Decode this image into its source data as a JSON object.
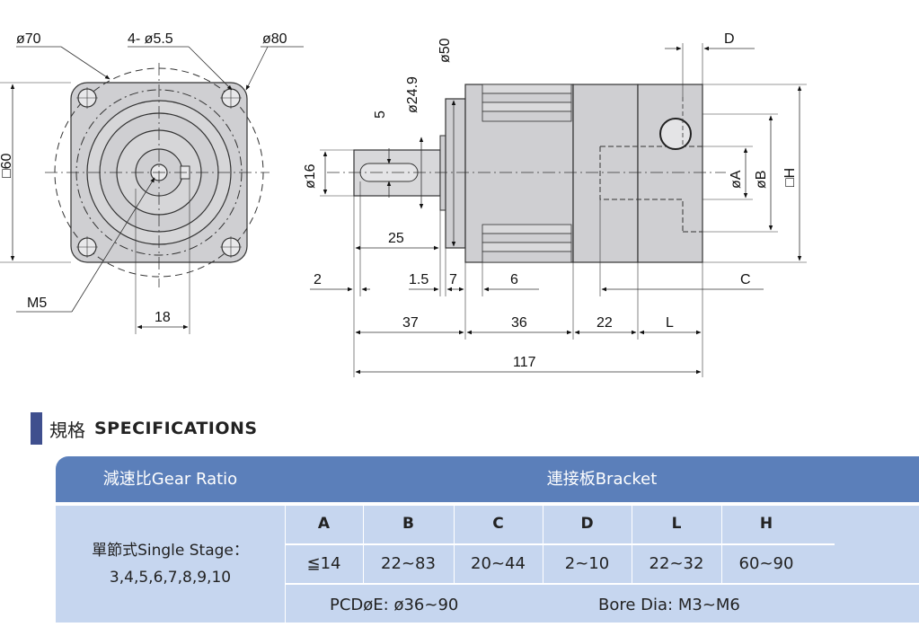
{
  "drawing": {
    "left": {
      "dia70": "ø70",
      "holes": "4- ø5.5",
      "dia80": "ø80",
      "square60": "□60",
      "thread": "M5",
      "dim18": "18"
    },
    "right": {
      "dia50": "ø50",
      "dia249": "ø24.9",
      "dim5": "5",
      "dia16": "ø16",
      "dim25": "25",
      "dim2": "2",
      "dim15": "1.5",
      "dim7": "7",
      "dim6": "6",
      "dimC": "C",
      "dimD": "D",
      "diaA": "øA",
      "diaB": "øB",
      "squareH": "□H",
      "dim37": "37",
      "dim36": "36",
      "dim22": "22",
      "dimL": "L",
      "dim117": "117"
    }
  },
  "section": {
    "title_cn": "規格",
    "title_en": "SPECIFICATIONS"
  },
  "table": {
    "header_ratio": "減速比Gear Ratio",
    "header_bracket": "連接板Bracket",
    "stage_line1": "單節式Single Stage：",
    "stage_line2": "3,4,5,6,7,8,9,10",
    "columns": [
      "A",
      "B",
      "C",
      "D",
      "L",
      "H"
    ],
    "values": [
      "≦14",
      "22~83",
      "20~44",
      "2~10",
      "22~32",
      "60~90"
    ],
    "pcd": "PCDøE: ø36~90",
    "bore": "Bore Dia: M3~M6"
  },
  "colors": {
    "header_blue": "#5b7fba",
    "body_blue": "#c6d6ef",
    "accent_bar": "#3f4f8e",
    "part_gray": "#cfcfd2"
  }
}
